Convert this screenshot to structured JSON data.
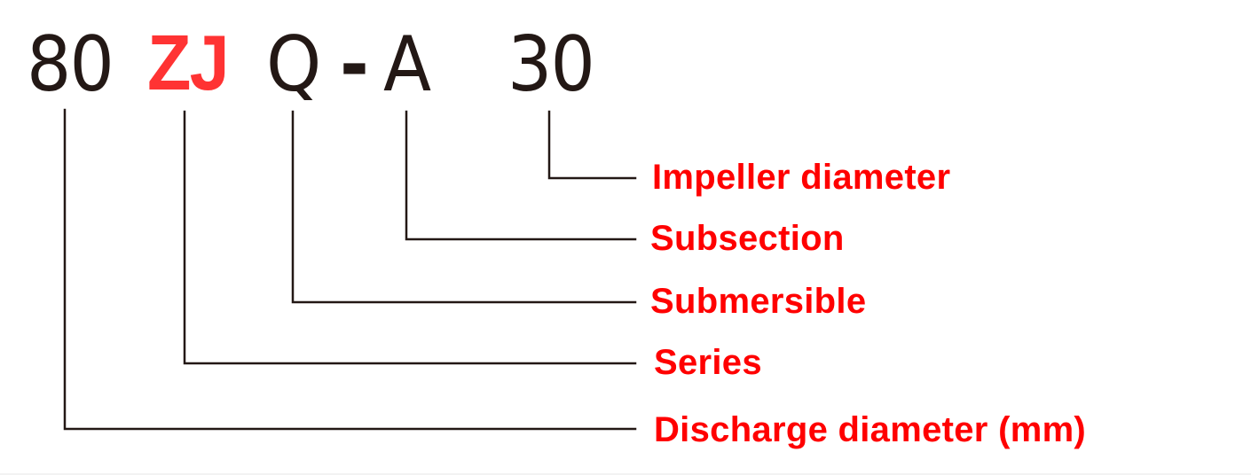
{
  "model_code": {
    "segments": [
      {
        "text": "80",
        "highlight": false
      },
      {
        "text": "ZJ",
        "highlight": true
      },
      {
        "text": "Q",
        "highlight": false
      },
      {
        "text": "-",
        "highlight": false
      },
      {
        "text": "A",
        "highlight": false
      },
      {
        "text": "30",
        "highlight": false
      }
    ]
  },
  "labels": [
    {
      "segment": "30",
      "text": "Impeller diameter"
    },
    {
      "segment": "A",
      "text": "Subsection"
    },
    {
      "segment": "Q",
      "text": "Submersible"
    },
    {
      "segment": "ZJ",
      "text": "Series"
    },
    {
      "segment": "80",
      "text": "Discharge diameter (mm)"
    }
  ],
  "colors": {
    "code_text": "#231815",
    "code_highlight": "#ff3333",
    "label_text": "#ff0000",
    "lines": "#231815",
    "background": "#ffffff"
  }
}
